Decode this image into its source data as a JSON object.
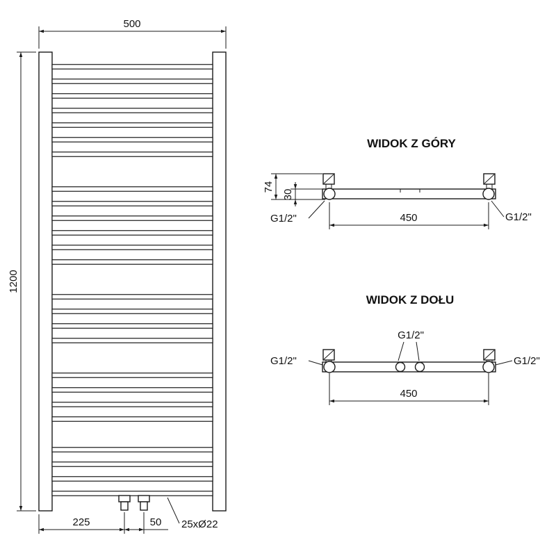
{
  "front_view": {
    "width": "500",
    "height": "1200",
    "bottom_offset": "225",
    "valve_spacing": "50",
    "tube_spec": "25xØ22",
    "rung_groups": [
      7,
      6,
      4,
      4,
      4
    ]
  },
  "top_view": {
    "title": "WIDOK Z GÓRY",
    "depth": "74",
    "tube_offset": "30",
    "connection_span": "450",
    "fitting_left": "G1/2\"",
    "fitting_right": "G1/2\""
  },
  "bottom_view": {
    "title": "WIDOK Z DOŁU",
    "fitting_center": "G1/2\"",
    "fitting_left": "G1/2\"",
    "fitting_right": "G1/2\"",
    "connection_span": "450"
  }
}
